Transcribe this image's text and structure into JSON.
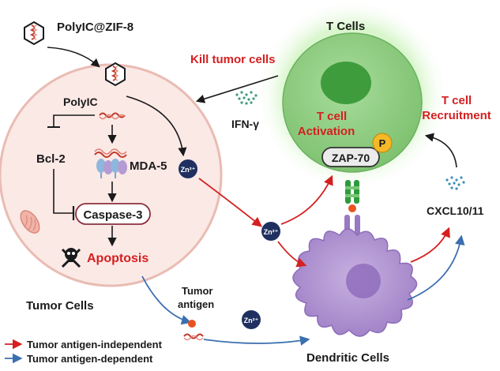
{
  "labels": {
    "polyic_zif8": "PolyIC@ZIF-8",
    "polyic": "PolyIC",
    "bcl2": "Bcl-2",
    "mda5": "MDA-5",
    "zn": "Zn²⁺",
    "caspase3": "Caspase-3",
    "apoptosis": "Apoptosis",
    "tumor_cells": "Tumor Cells",
    "tumor_antigen_line1": "Tumor",
    "tumor_antigen_line2": "antigen",
    "t_cells": "T Cells",
    "kill_tumor_cells": "Kill tumor cells",
    "ifn_gamma": "IFN-γ",
    "t_cell_activation_line1": "T cell",
    "t_cell_activation_line2": "Activation",
    "zap70": "ZAP-70",
    "phospho": "P",
    "t_cell_recruitment_line1": "T cell",
    "t_cell_recruitment_line2": "Recruitment",
    "cxcl": "CXCL10/11",
    "dendritic_cells": "Dendritic Cells"
  },
  "legend": [
    {
      "label": "Tumor antigen-independent",
      "color": "#d42020"
    },
    {
      "label": "Tumor antigen-dependent",
      "color": "#3a6fb0"
    }
  ],
  "colors": {
    "red_arrow": "#d42020",
    "blue_arrow": "#3a6fb0",
    "tumor_cell_fill": "#fbe9e6",
    "tumor_cell_stroke": "#e8b9b1",
    "t_cell_glow": "#c9f0b9",
    "t_cell_body": "#8fce83",
    "t_cell_nucleus": "#3d9a3b",
    "dendritic_cell": "#b89bd6",
    "zn_ion": "#1f3060",
    "antigen": "#e8541e",
    "phospho": "#f3b928"
  }
}
